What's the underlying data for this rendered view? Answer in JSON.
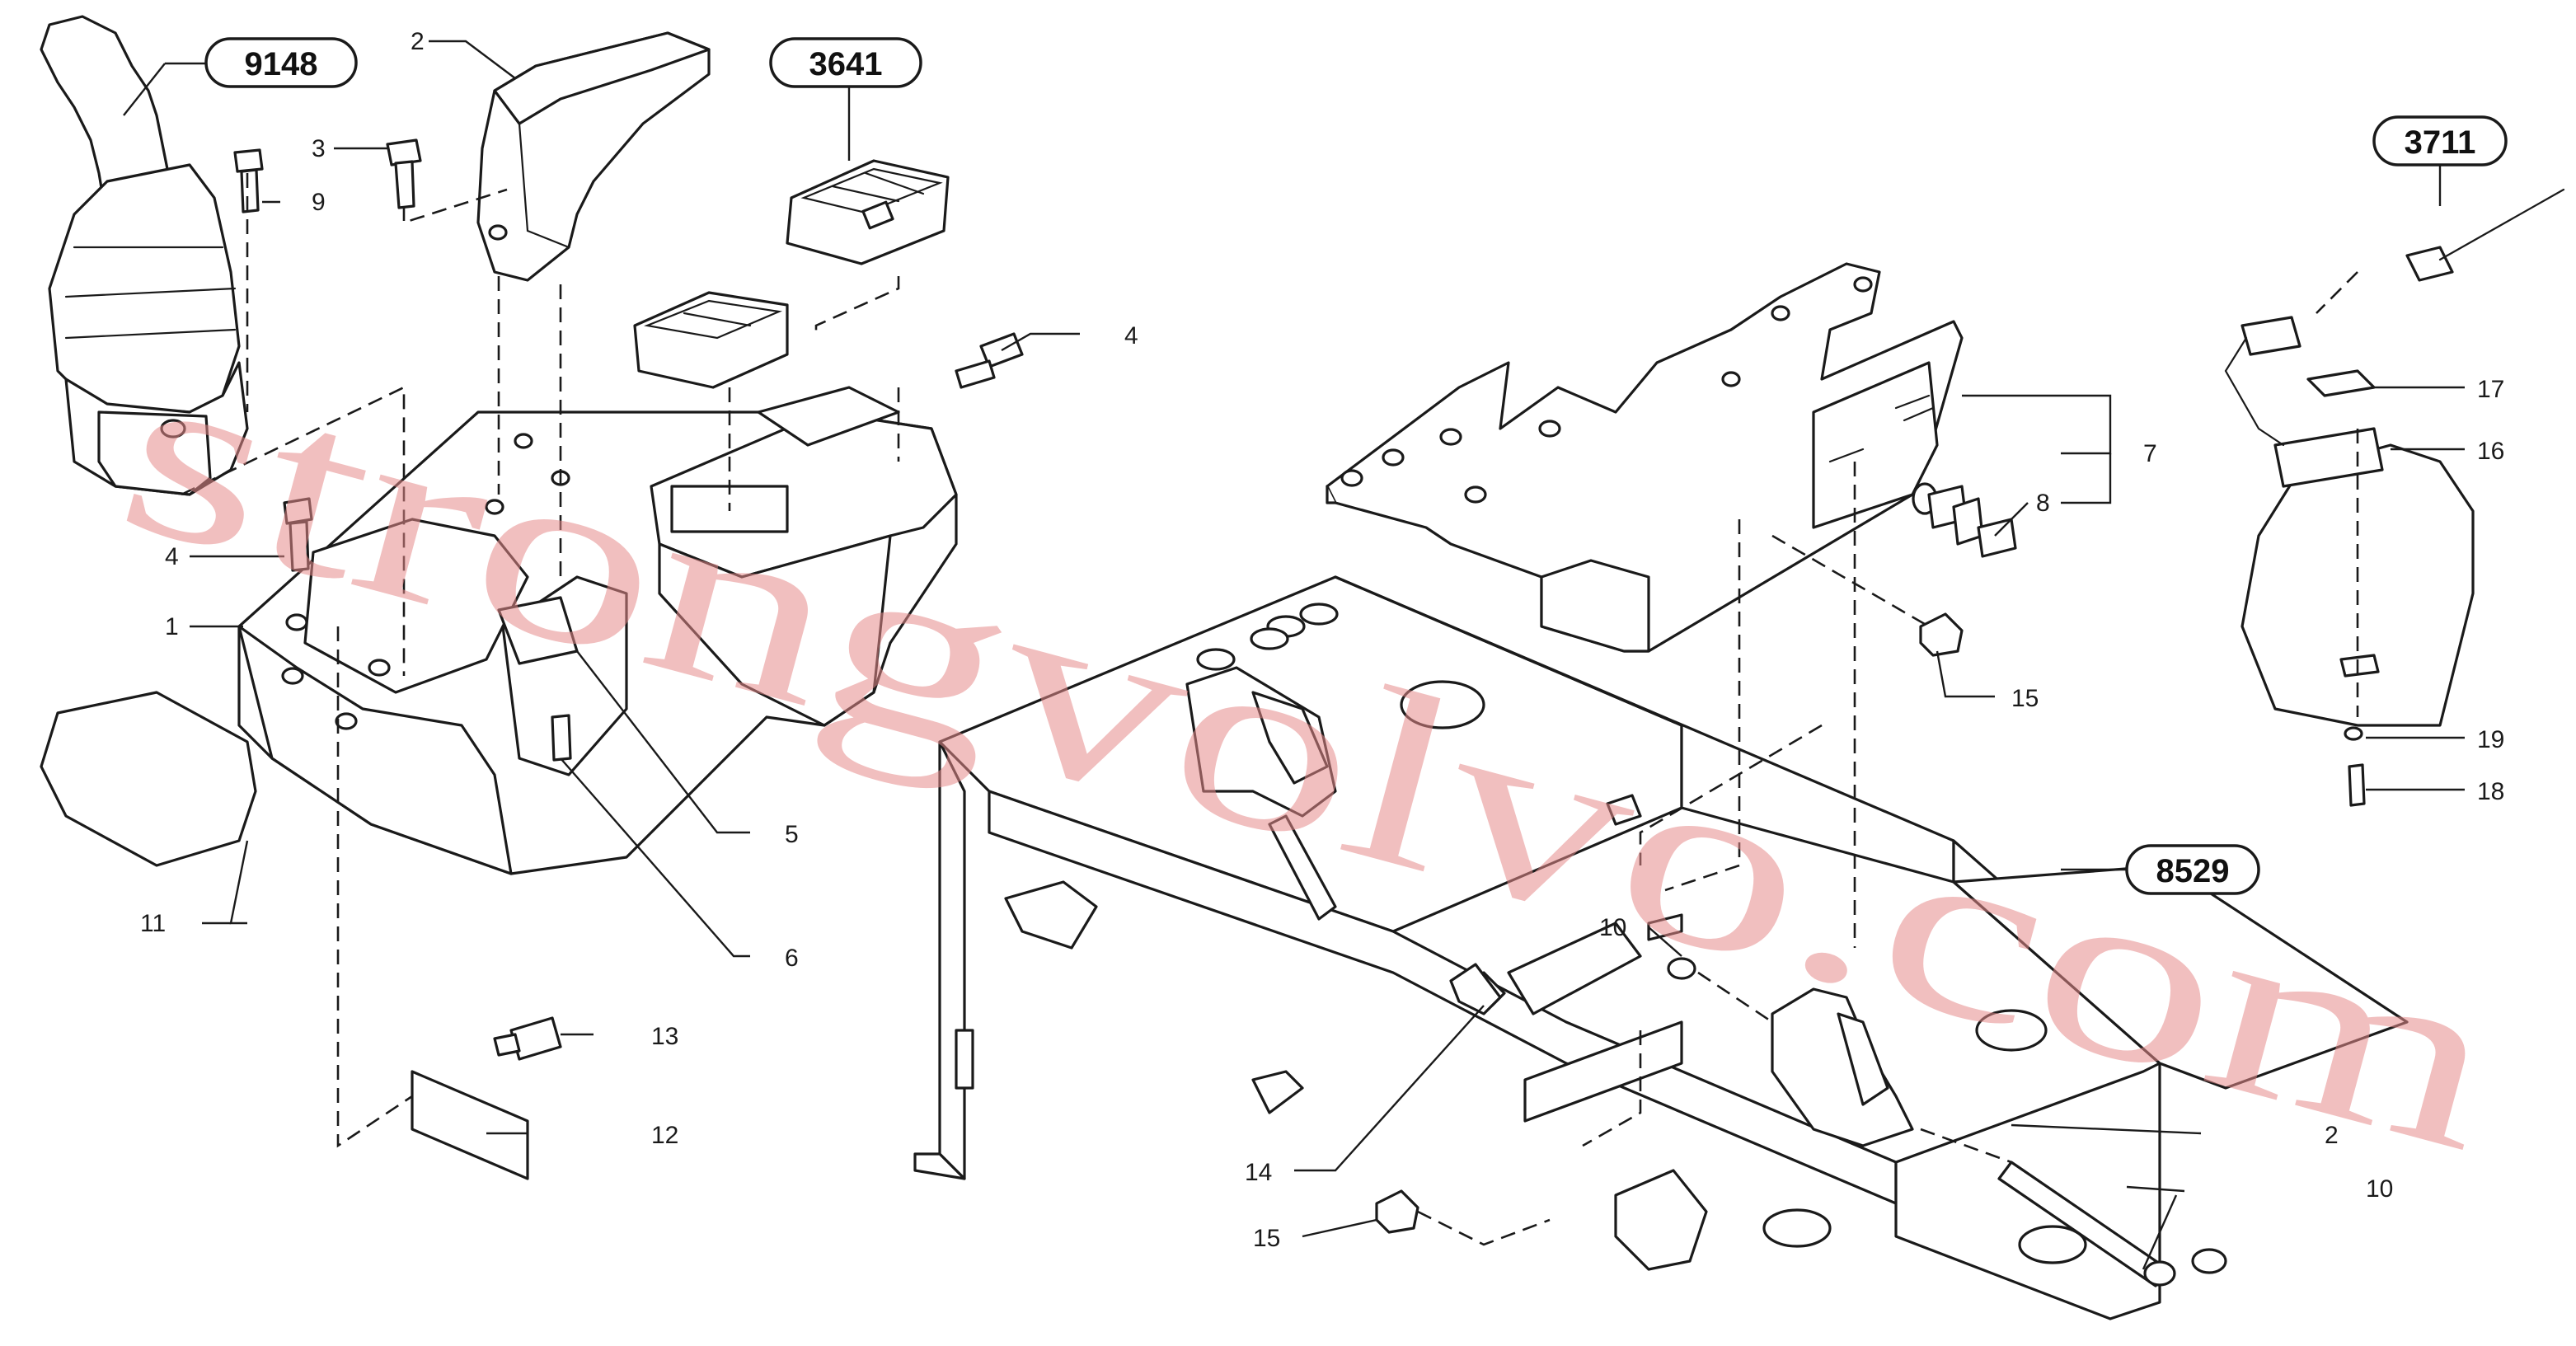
{
  "watermark": "strongvolvo.com",
  "ref_codes": {
    "r9148": "9148",
    "r3641": "3641",
    "r3711": "3711",
    "r8529": "8529"
  },
  "labels": {
    "l1": "1",
    "l2a": "2",
    "l2b": "2",
    "l3": "3",
    "l4a": "4",
    "l4b": "4",
    "l5": "5",
    "l6": "6",
    "l7": "7",
    "l8": "8",
    "l9": "9",
    "l10a": "10",
    "l10b": "10",
    "l11": "11",
    "l12": "12",
    "l13": "13",
    "l14": "14",
    "l15a": "15",
    "l15b": "15",
    "l16": "16",
    "l17": "17",
    "l18": "18",
    "l19": "19"
  }
}
